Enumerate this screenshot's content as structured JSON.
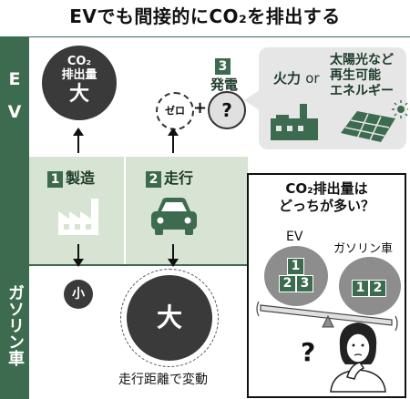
{
  "title": "EVでも間接的にCO₂を排出する",
  "rows": {
    "ev_letters": [
      "E",
      "V"
    ],
    "gasoline_label": "ガソリン車"
  },
  "ev_emission": {
    "line1": "CO₂",
    "line2": "排出量",
    "big": "大"
  },
  "zero_label": "ゼロ",
  "plus": "+",
  "question": "?",
  "power": {
    "num": "3",
    "label": "発電",
    "thermal": "火力",
    "or": "or",
    "renewable_line1": "太陽光など",
    "renewable_line2": "再生可能",
    "renewable_line3": "エネルギー"
  },
  "steps": [
    {
      "num": "1",
      "label": "製造"
    },
    {
      "num": "2",
      "label": "走行"
    }
  ],
  "gas_manufacture": "小",
  "gas_driving": "大",
  "driving_note": "走行距離で変動",
  "quiz": {
    "title_line1": "CO₂排出量は",
    "title_line2": "どっちが多い？",
    "ev_label": "EV",
    "gas_label": "ガソリン車",
    "ev_blocks": [
      "1",
      "2",
      "3"
    ],
    "gas_blocks": [
      "1",
      "2"
    ],
    "thinker_mark": "?"
  },
  "colors": {
    "dark_green": "#3d6b4f",
    "light_green": "#d7e3d3",
    "panel_gray": "#e6e6e6",
    "dark_circle": "#3a3a3a"
  }
}
